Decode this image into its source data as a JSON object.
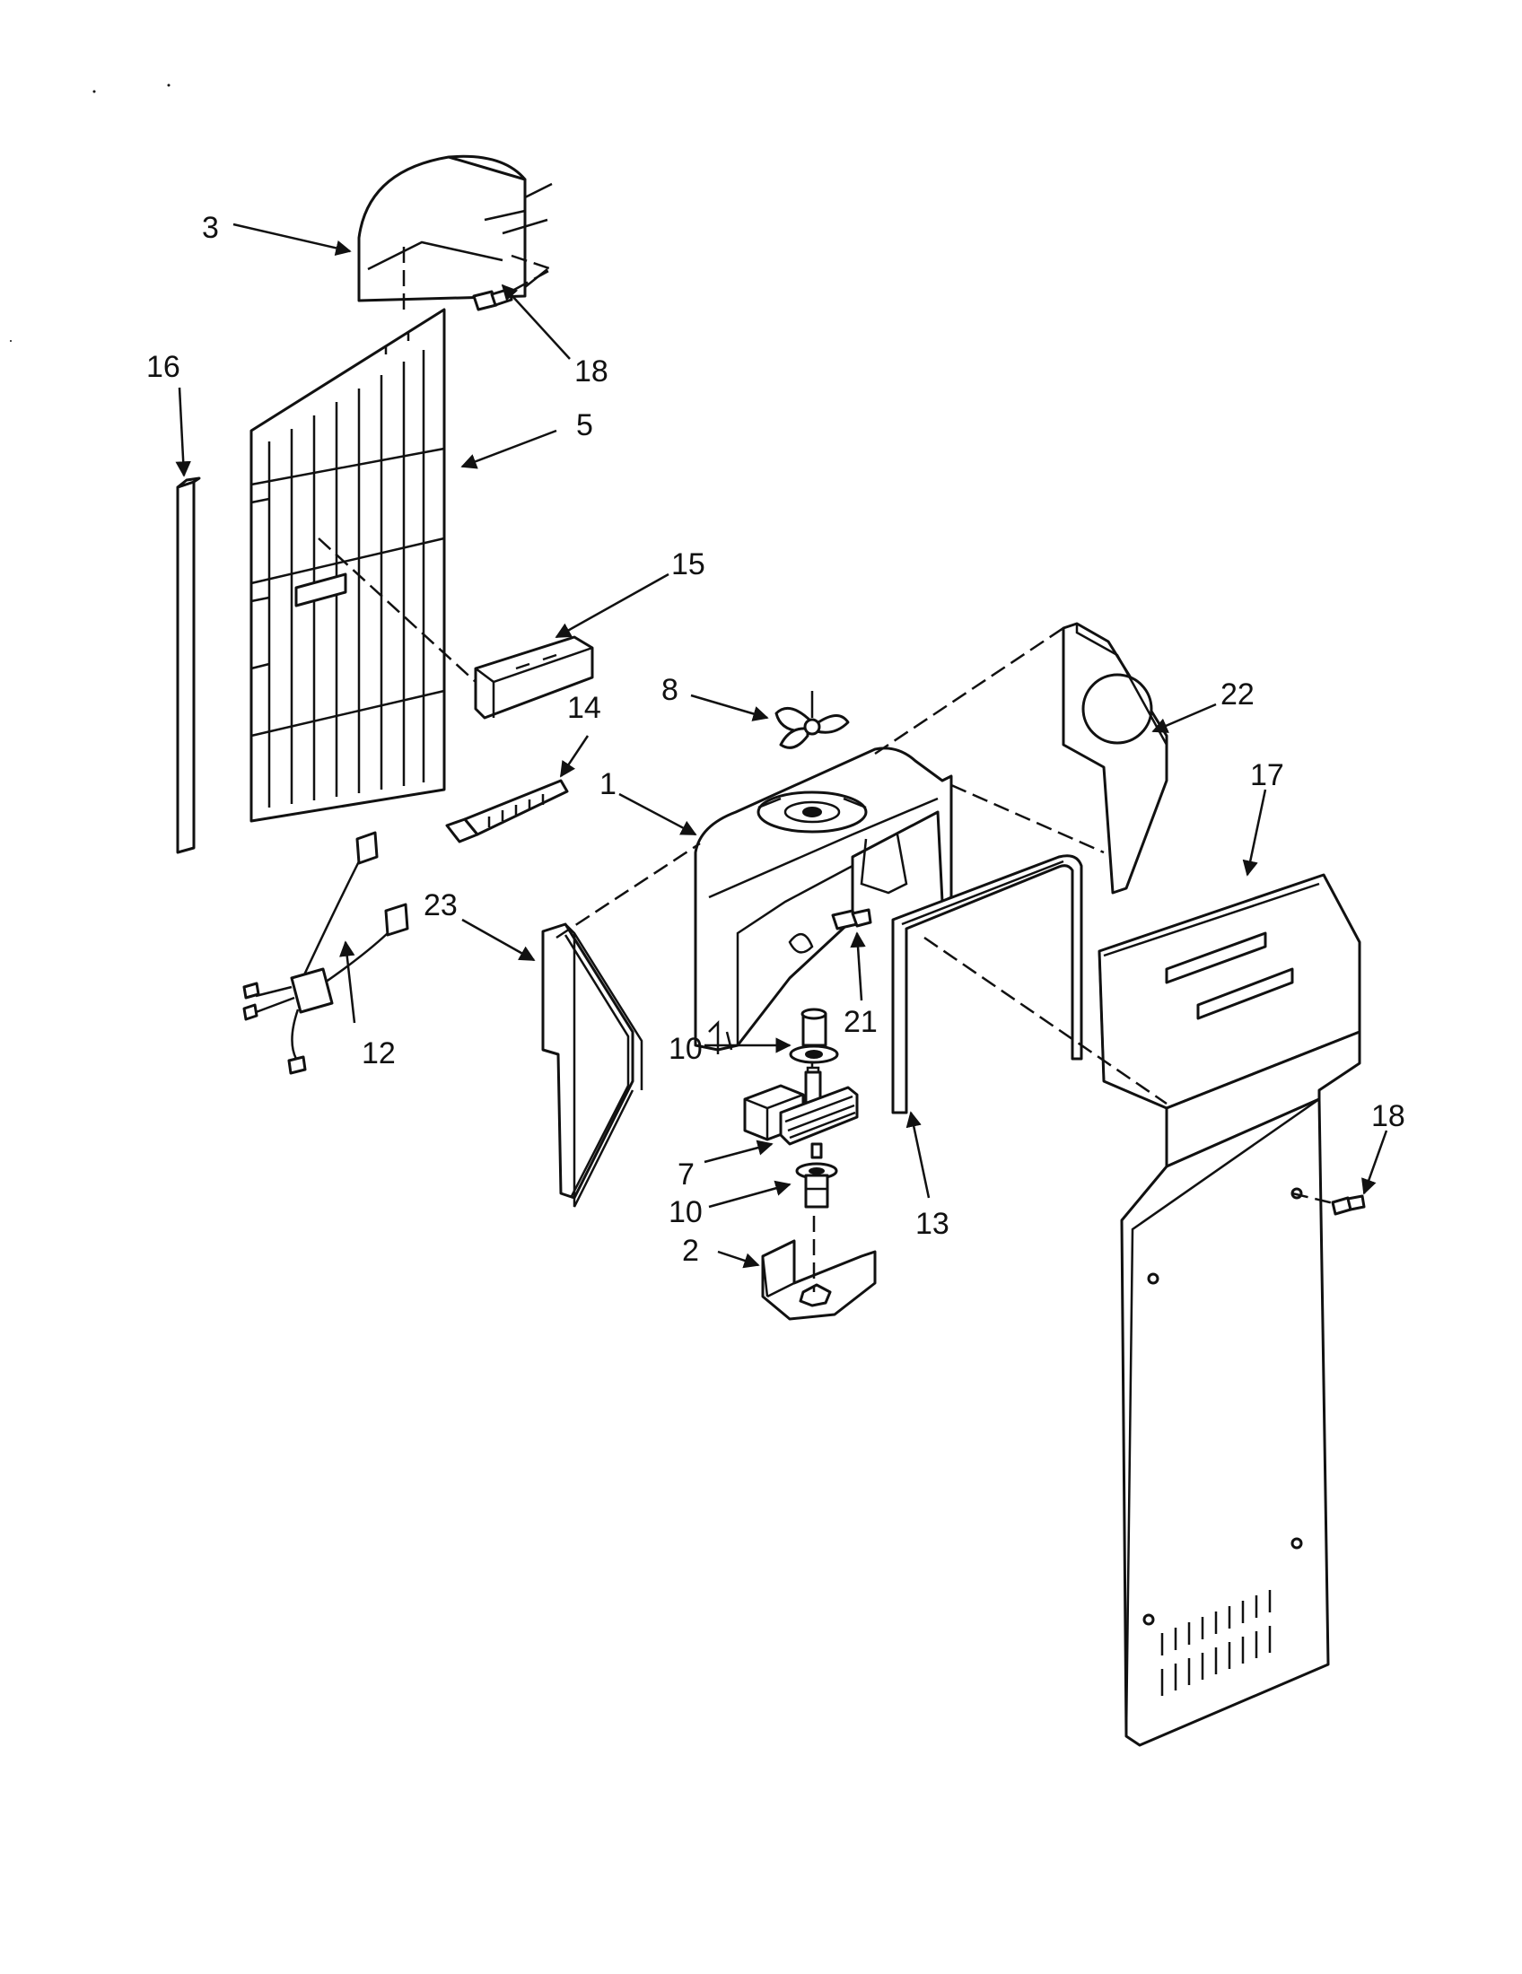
{
  "labels": {
    "l1": "1",
    "l2": "2",
    "l3": "3",
    "l5": "5",
    "l7": "7",
    "l8": "8",
    "l10a": "10",
    "l10b": "10",
    "l12": "12",
    "l13": "13",
    "l14": "14",
    "l15": "15",
    "l16": "16",
    "l17": "17",
    "l18a": "18",
    "l18b": "18",
    "l21": "21",
    "l22": "22",
    "l23": "23"
  }
}
